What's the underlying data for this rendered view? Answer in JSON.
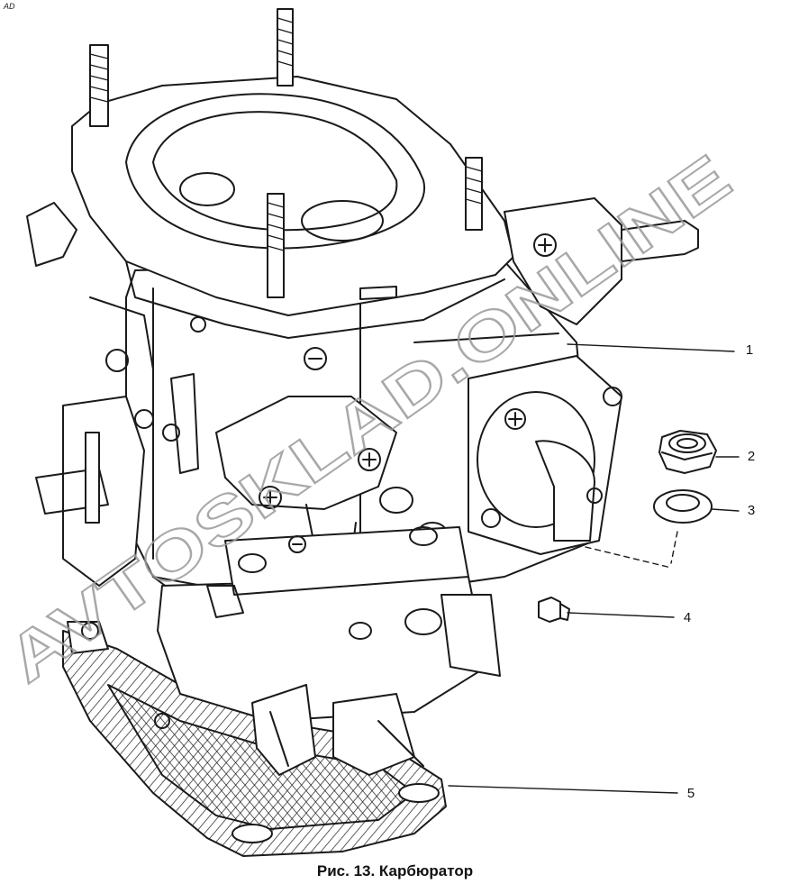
{
  "corner_code": "AD",
  "caption": "Рис. 13. Карбюратор",
  "watermark": "AVTOSKLAD.ONLINE",
  "callouts": [
    {
      "num": "1",
      "part": "carburetor-body"
    },
    {
      "num": "2",
      "part": "nut"
    },
    {
      "num": "3",
      "part": "washer"
    },
    {
      "num": "4",
      "part": "cap-nut"
    },
    {
      "num": "5",
      "part": "gasket"
    }
  ],
  "colors": {
    "line": "#1a1a1a",
    "watermark": "#9a9a9a",
    "background": "#ffffff"
  }
}
